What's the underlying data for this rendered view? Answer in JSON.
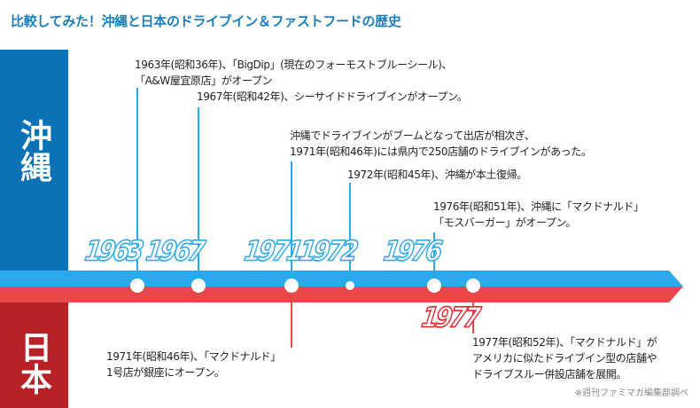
{
  "title": "比較してみた！沖縄と日本のドライブイン＆ファストフードの歴史",
  "sides": {
    "okinawa": "沖縄",
    "japan": "日本"
  },
  "colors": {
    "okinawa_block": "#0a72b5",
    "japan_block": "#b82226",
    "blue_band": "#2aa9ec",
    "red_band": "#e84848"
  },
  "okinawa_events": [
    {
      "year": "1963",
      "lines": [
        "1963年(昭和36年)、「BigDip」(現在のフォーモストブルーシール)、",
        "「A&W屋宜原店」がオープン"
      ]
    },
    {
      "year": "1967",
      "lines": [
        "1967年(昭和42年)、シーサイドドライブインがオープン。"
      ]
    },
    {
      "year": "1971",
      "lines": [
        "沖縄でドライブインがブームとなって出店が相次ぎ、",
        "1971年(昭和46年)には県内で250店舗のドライブインがあった。"
      ]
    },
    {
      "year": "1972",
      "lines": [
        "1972年(昭和45年)、沖縄が本土復帰。"
      ]
    },
    {
      "year": "1976",
      "lines": [
        "1976年(昭和51年)、沖縄に「マクドナルド」",
        "「モスバーガー」がオープン。"
      ]
    }
  ],
  "japan_events": [
    {
      "year": "",
      "lines": [
        "1971年(昭和46年)、「マクドナルド」",
        "1号店が銀座にオープン。"
      ]
    },
    {
      "year": "1977",
      "lines": [
        "1977年(昭和52年)、「マクドナルド」が",
        "アメリカに似たドライブイン型の店舗や",
        "ドライブスルー併設店舗を展開。"
      ]
    }
  ],
  "footnote": "※週刊ファミマガ編集部調べ"
}
